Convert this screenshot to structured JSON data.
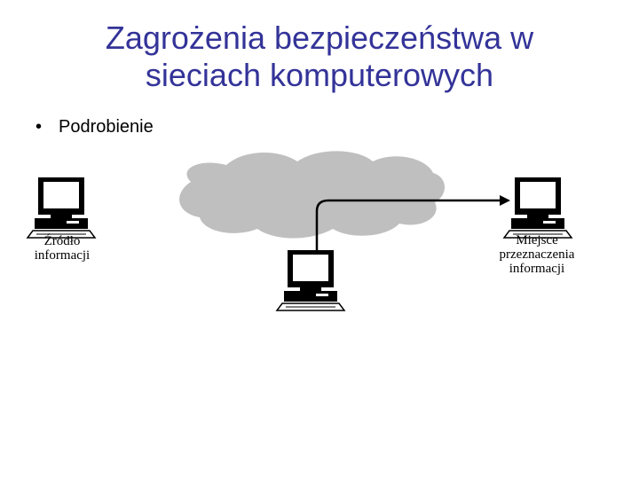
{
  "title": {
    "line1": "Zagrożenia bezpieczeństwa w",
    "line2": "sieciach komputerowych"
  },
  "bullet": {
    "marker": "•",
    "text": "Podrobienie"
  },
  "diagram": {
    "source_label": [
      "Źródło",
      "informacji"
    ],
    "destination_label": [
      "Miejsce",
      "przeznaczenia",
      "informacji"
    ],
    "colors": {
      "cloud": "#bfbfbf",
      "line": "#000000",
      "title": "#333399"
    }
  }
}
